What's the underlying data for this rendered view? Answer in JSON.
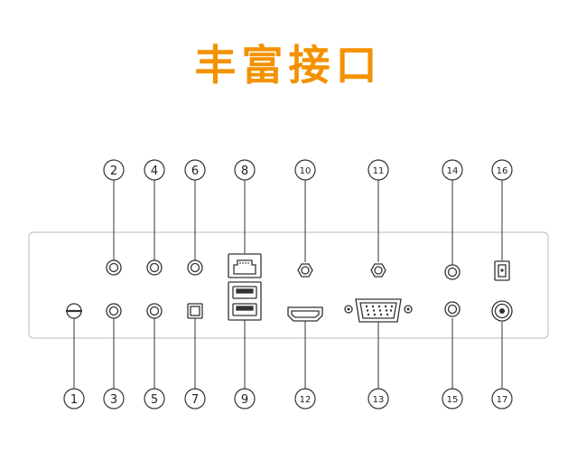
{
  "title": "丰富接口",
  "colors": {
    "title": "#f39200",
    "line": "#333333",
    "panel_border": "#bbbbbb"
  },
  "port_numbers": [
    "1",
    "2",
    "3",
    "4",
    "5",
    "6",
    "7",
    "8",
    "9",
    "10",
    "11",
    "12",
    "13",
    "14",
    "15",
    "16",
    "17"
  ],
  "ports": [
    {
      "number": "1",
      "kind": "ground-screw",
      "icon": "ground-screw-icon"
    },
    {
      "number": "2",
      "kind": "audio-jack",
      "icon": "audio-jack-icon"
    },
    {
      "number": "3",
      "kind": "audio-jack",
      "icon": "audio-jack-icon"
    },
    {
      "number": "4",
      "kind": "audio-jack",
      "icon": "audio-jack-icon"
    },
    {
      "number": "5",
      "kind": "audio-jack",
      "icon": "audio-jack-icon"
    },
    {
      "number": "6",
      "kind": "audio-jack",
      "icon": "audio-jack-icon"
    },
    {
      "number": "7",
      "kind": "optical-port",
      "icon": "optical-port-icon"
    },
    {
      "number": "8",
      "kind": "rj45-port",
      "icon": "ethernet-port-icon"
    },
    {
      "number": "9",
      "kind": "usb-ports",
      "icon": "usb-port-icon"
    },
    {
      "number": "10",
      "kind": "rf-connector",
      "icon": "coax-connector-icon"
    },
    {
      "number": "11",
      "kind": "rf-connector",
      "icon": "coax-connector-icon"
    },
    {
      "number": "12",
      "kind": "hdmi-port",
      "icon": "hdmi-port-icon"
    },
    {
      "number": "13",
      "kind": "vga-port",
      "icon": "vga-port-icon"
    },
    {
      "number": "14",
      "kind": "audio-jack",
      "icon": "audio-jack-icon"
    },
    {
      "number": "15",
      "kind": "audio-jack",
      "icon": "audio-jack-icon"
    },
    {
      "number": "16",
      "kind": "power-switch",
      "icon": "power-switch-icon"
    },
    {
      "number": "17",
      "kind": "dc-power-jack",
      "icon": "dc-power-jack-icon"
    }
  ]
}
